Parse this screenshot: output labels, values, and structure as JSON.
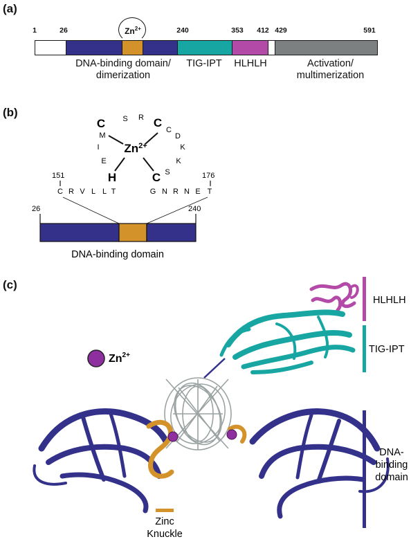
{
  "panels": {
    "a": "(a)",
    "b": "(b)",
    "c": "(c)"
  },
  "colors": {
    "dna_binding": "#33318a",
    "zinc": "#d4922a",
    "tig_ipt": "#17a6a2",
    "hlhlh": "#b44aa8",
    "activation": "#7c8080",
    "zn_ion": "#8e2fa0"
  },
  "panel_a": {
    "positions": [
      "1",
      "26",
      "240",
      "353",
      "412",
      "429",
      "591"
    ],
    "zn_badge": {
      "base": "Zn",
      "sup": "2+"
    },
    "labels": {
      "dna_line1": "DNA-binding domain/",
      "dna_line2": "dimerization",
      "tig": "TIG-IPT",
      "hlhlh": "HLHLH",
      "act_line1": "Activation/",
      "act_line2": "multimerization"
    }
  },
  "panel_b": {
    "center": {
      "base": "Zn",
      "sup": "2+"
    },
    "ligands": [
      "C",
      "C",
      "H",
      "C"
    ],
    "top_loop": [
      "S",
      "R"
    ],
    "left_loop": [
      "M",
      "I",
      "E"
    ],
    "right_loop": [
      "C",
      "D",
      "K",
      "K",
      "S"
    ],
    "left_seq": [
      "C",
      "R",
      "V",
      "L",
      "L",
      "T"
    ],
    "right_seq": [
      "G",
      "N",
      "R",
      "N",
      "E",
      "T"
    ],
    "pos_left": "151",
    "pos_right": "176",
    "bar_start": "26",
    "bar_end": "240",
    "bar_label": "DNA-binding domain"
  },
  "panel_c": {
    "legend": {
      "hlhlh": "HLHLH",
      "tig": "TIG-IPT",
      "dna": [
        "DNA-",
        "binding",
        "domain"
      ]
    },
    "zn_legend": {
      "base": "Zn",
      "sup": "2+"
    },
    "zinc_knuckle": [
      "Zinc",
      "Knuckle"
    ]
  }
}
